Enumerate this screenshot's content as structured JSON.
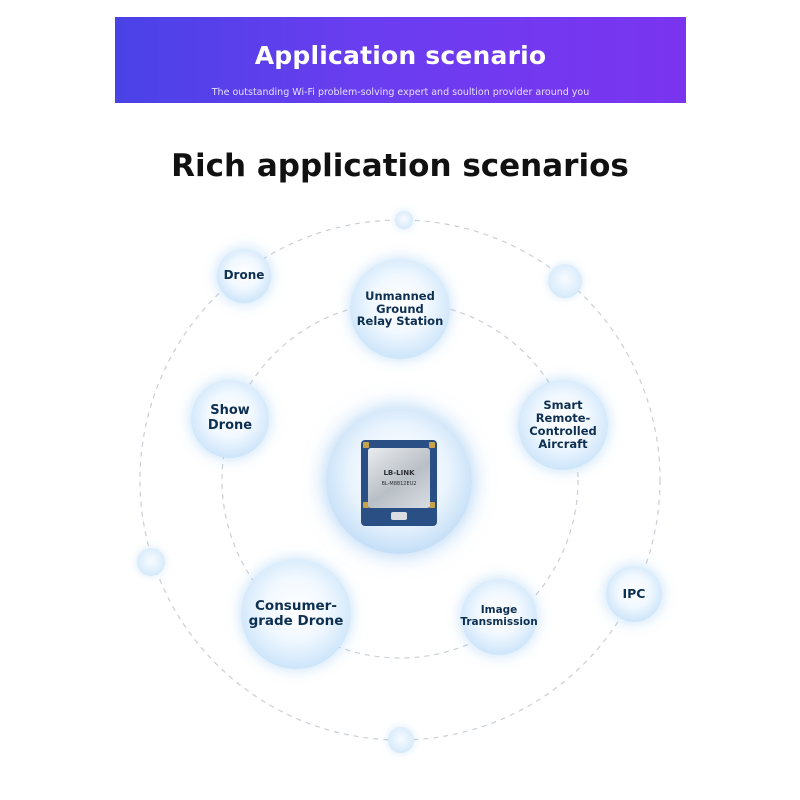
{
  "banner": {
    "title": "Application scenario",
    "subtitle": "The outstanding Wi-Fi problem-solving expert and soultion provider around you"
  },
  "main_title": "Rich application scenarios",
  "module": {
    "brand": "LB-LINK",
    "model": "BL-M8812EU2"
  },
  "nodes": {
    "drone": "Drone",
    "relay_line1": "Unmanned",
    "relay_line2": "Ground",
    "relay_line3": "Relay Station",
    "show_line1": "Show",
    "show_line2": "Drone",
    "smart_line1": "Smart",
    "smart_line2": "Remote-",
    "smart_line3": "Controlled",
    "smart_line4": "Aircraft",
    "consumer_line1": "Consumer-",
    "consumer_line2": "grade Drone",
    "image_line1": "Image",
    "image_line2": "Transmission",
    "ipc": "IPC"
  },
  "colors": {
    "banner_start": "#4a42e6",
    "banner_end": "#7a34ef",
    "node_text": "#0d2f52",
    "orbit": "#c9cfd6"
  }
}
